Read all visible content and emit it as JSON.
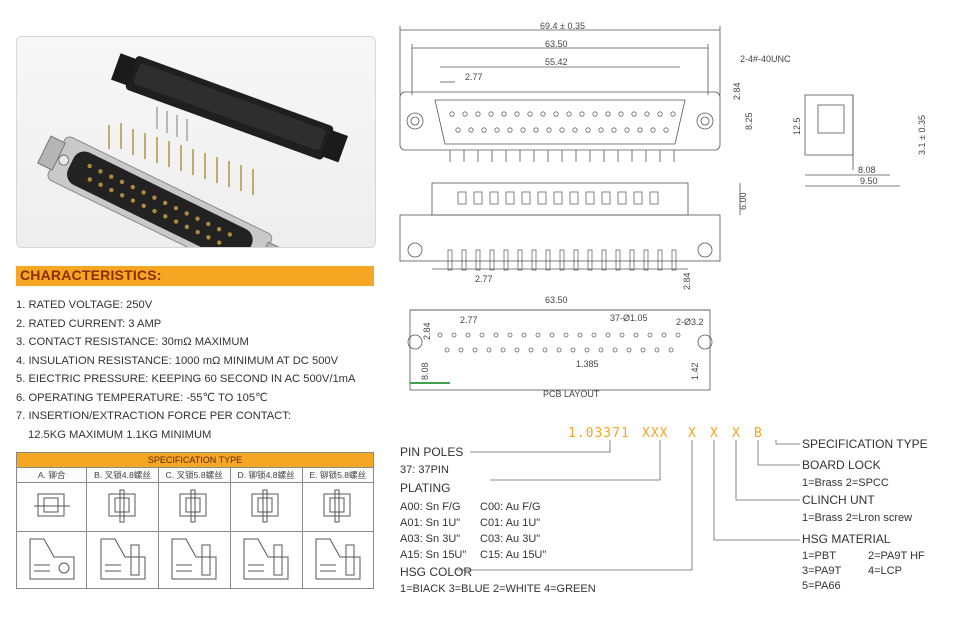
{
  "characteristics": {
    "title": "CHARACTERISTICS:",
    "items": [
      "1. RATED VOLTAGE: 250V",
      "2. RATED CURRENT: 3 AMP",
      "3. CONTACT RESISTANCE: 30mΩ MAXIMUM",
      "4. INSULATION RESISTANCE: 1000 mΩ MINIMUM AT DC 500V",
      "5. EIECTRIC PRESSURE: KEEPING 60 SECOND IN AC 500V/1mA",
      "6. OPERATING TEMPERATURE: -55℃ TO 105℃",
      "7. INSERTION/EXTRACTION FORCE PER CONTACT:",
      "12.5KG MAXIMUM  1.1KG MINIMUM"
    ]
  },
  "spec_table": {
    "caption": "SPECIFICATION TYPE",
    "columns": [
      "A. 铆合",
      "B. 叉锁4.8螺丝",
      "C. 叉锁5.8螺丝",
      "D. 铆锁4.8螺丝",
      "E. 铆锁5.8螺丝"
    ]
  },
  "dims": {
    "d1": "69.4 ± 0.35",
    "d2": "63.50",
    "d3": "55.42",
    "d4": "2.77",
    "d5": "2-4#-40UNC",
    "d6": "2.84",
    "d7": "8.25",
    "d8": "6.00",
    "d9": "2.77",
    "d10": "2.84",
    "d11": "12.5",
    "d12": "3.1 ± 0.35",
    "d13": "8.08",
    "d14": "9.50",
    "d15": "63.50",
    "d16": "2.77",
    "d17": "37-Ø1.05",
    "d18": "2-Ø3.2",
    "d19": "2.84",
    "d20": "8.08",
    "d21": "1.385",
    "d22": "1.42",
    "pcb_label": "PCB LAYOUT"
  },
  "part_number": {
    "code": [
      "1.03371",
      "XXX",
      "X",
      "X",
      "X",
      "B"
    ]
  },
  "legend": {
    "pin_poles": {
      "title": "PIN POLES",
      "value": "37: 37PIN"
    },
    "plating": {
      "title": "PLATING",
      "rows": [
        [
          "A00: Sn F/G",
          "C00: Au F/G"
        ],
        [
          "A01: Sn 1U\"",
          "C01: Au 1U\""
        ],
        [
          "A03: Sn 3U\"",
          "C03: Au 3U\""
        ],
        [
          "A15: Sn 15U\"",
          "C15: Au 15U\""
        ]
      ]
    },
    "hsg_color": {
      "title": "HSG COLOR",
      "value": "1=BIACK  3=BLUE  2=WHITE  4=GREEN"
    },
    "spec_type": {
      "title": "SPECIFICATION TYPE"
    },
    "board_lock": {
      "title": "BOARD LOCK",
      "value": "1=Brass  2=SPCC"
    },
    "clinch_unt": {
      "title": "CLINCH UNT",
      "value": "1=Brass  2=Lron screw"
    },
    "hsg_material": {
      "title": "HSG MATERIAL",
      "rows": [
        [
          "1=PBT",
          "2=PA9T HF"
        ],
        [
          "3=PA9T",
          "4=LCP"
        ],
        [
          "5=PA66",
          ""
        ]
      ]
    }
  },
  "colors": {
    "accent": "#f5a623",
    "title_text": "#8b2e00"
  }
}
